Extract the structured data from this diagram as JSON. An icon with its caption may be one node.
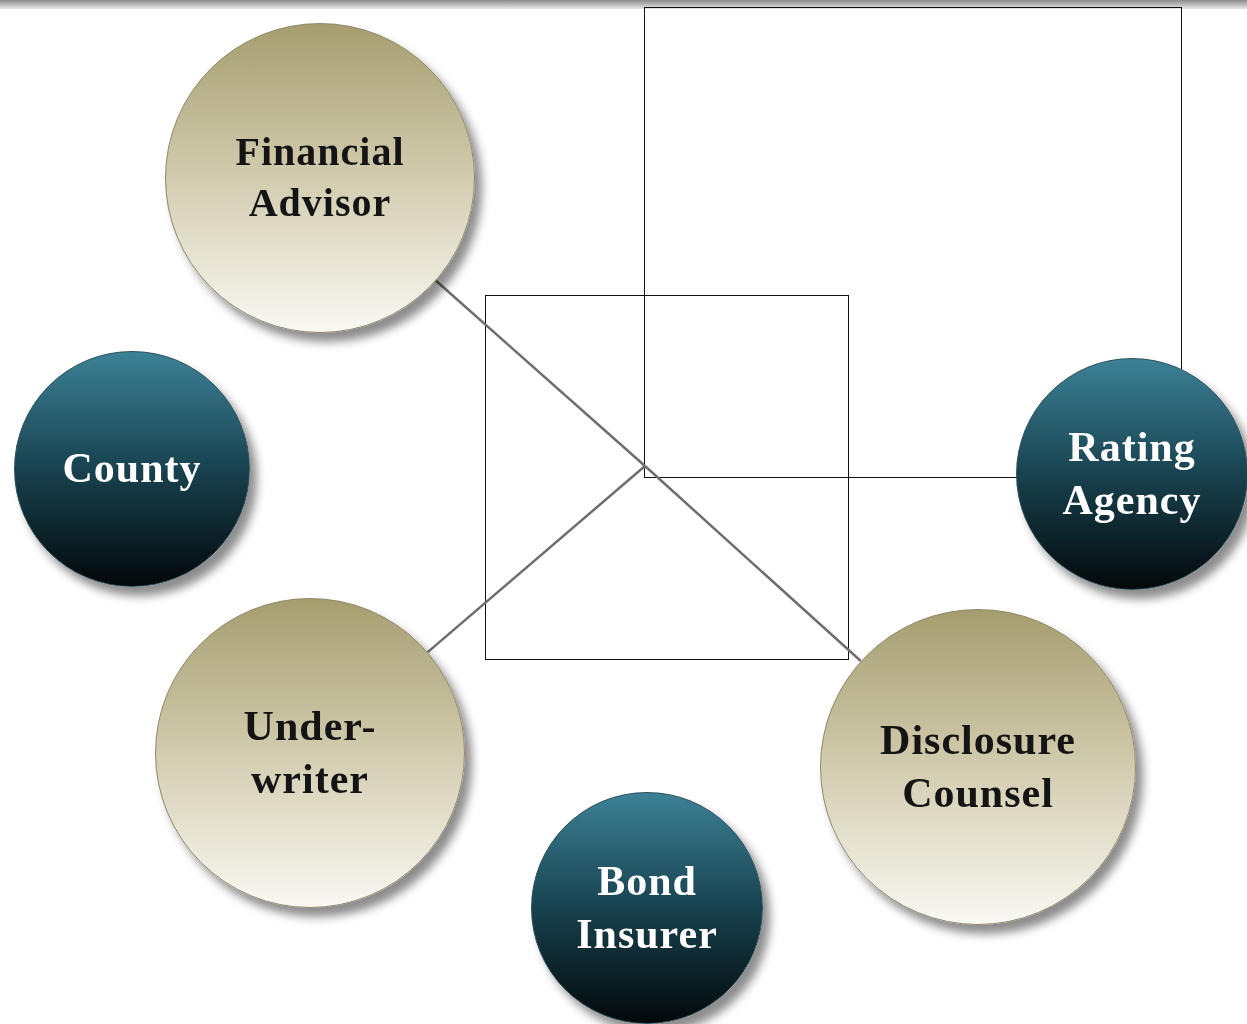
{
  "diagram": {
    "nodes": [
      {
        "text": [],
        "shape": "box"
      },
      {
        "text": [
          "Financial Advisor"
        ]
      },
      {
        "text": [
          "County"
        ]
      },
      {
        "text": [
          "Rating Agency"
        ]
      },
      {
        "text": [
          "Under- writer"
        ]
      },
      {
        "text": [
          "Disclosure Counsel"
        ]
      },
      {
        "text": [
          "Bond Insurer"
        ]
      }
    ],
    "edges": [
      {
        "from": 1,
        "to": 0,
        "arrow": "none"
      },
      {
        "from": 4,
        "to": 0,
        "arrow": "none"
      },
      {
        "from": 0,
        "to": 5,
        "arrow": "none"
      }
    ]
  }
}
